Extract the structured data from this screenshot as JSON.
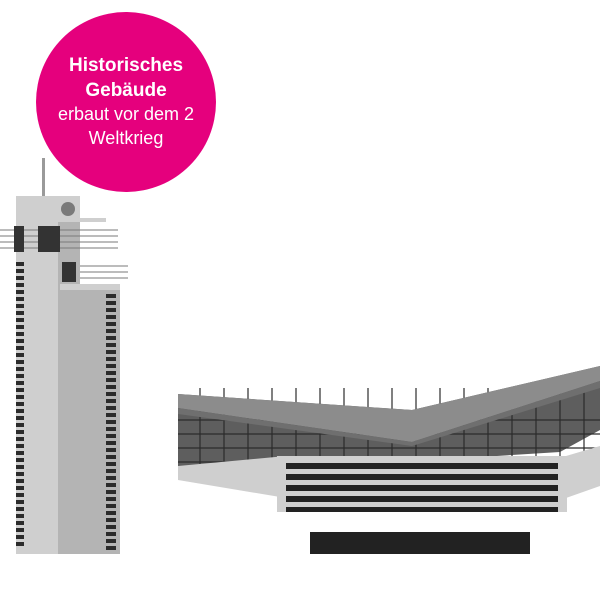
{
  "badge": {
    "line1": "Historisches",
    "line2": "Gebäude",
    "line3": "erbaut vor dem 2",
    "line4": "Weltkrieg",
    "color": "#e5007d"
  },
  "illustration": {
    "tower_icon": "tower-building-icon",
    "hall_icon": "exhibition-hall-icon",
    "palette": {
      "light_gray": "#cfcfcf",
      "mid_gray": "#b4b4b4",
      "dark_gray": "#8c8c8c",
      "charcoal": "#595959",
      "black": "#222222",
      "white": "#ffffff"
    }
  }
}
